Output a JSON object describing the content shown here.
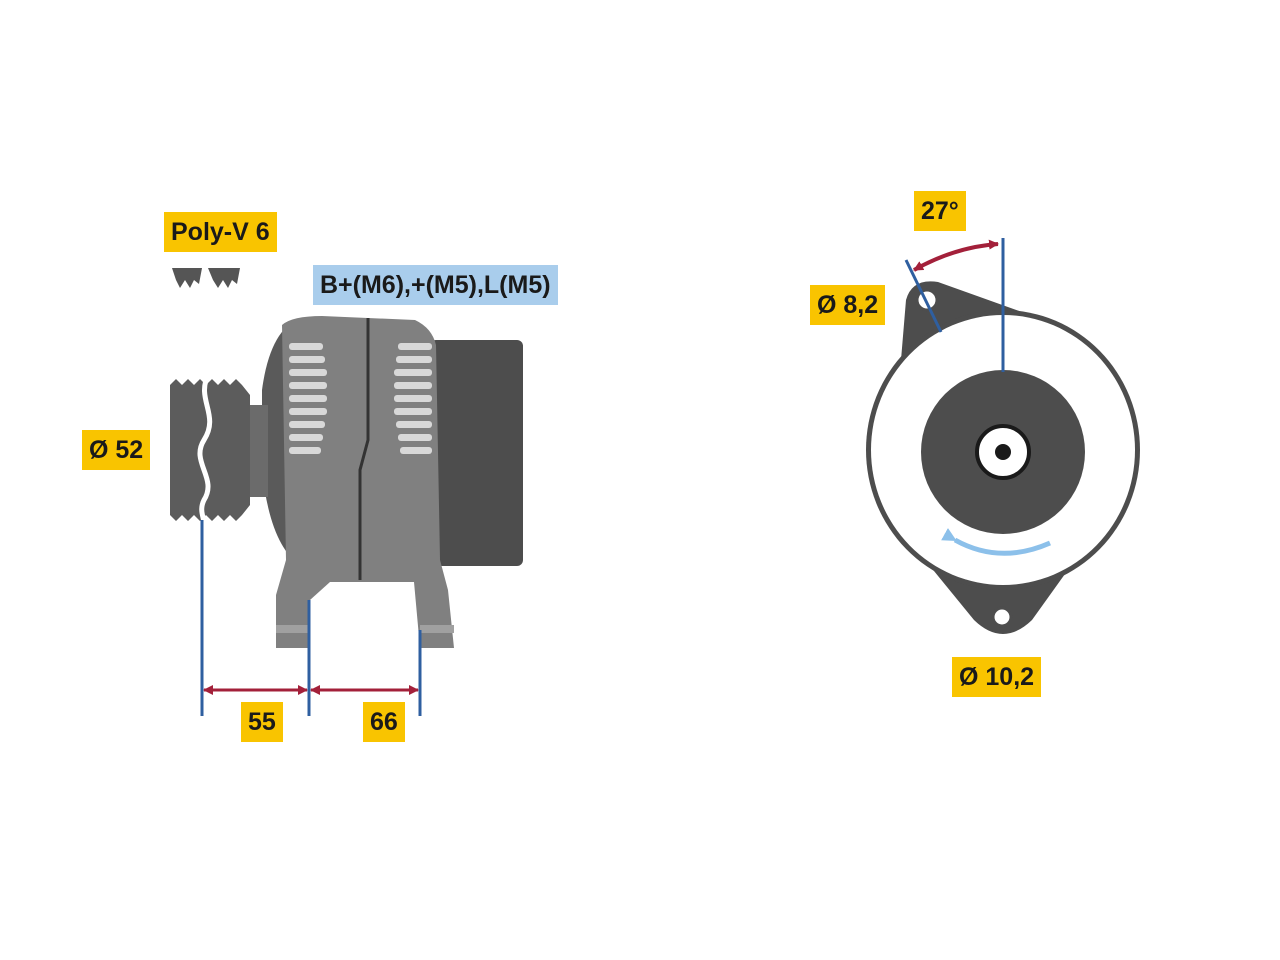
{
  "labels": {
    "pulley_type": "Poly-V 6",
    "terminals": "B+(M6),+(M5),L(M5)",
    "pulley_diameter": "Ø 52",
    "dim_55": "55",
    "dim_66": "66",
    "angle": "27°",
    "hole_upper": "Ø 8,2",
    "hole_lower": "Ø 10,2"
  },
  "colors": {
    "label_yellow": "#f9c400",
    "label_blue": "#a9cdec",
    "body_gray": "#808080",
    "dark_gray": "#4d4d4d",
    "dimension_line": "#2f5fa0",
    "arrow_red": "#a3203a",
    "rotation_arrow": "#8cc0ea"
  }
}
